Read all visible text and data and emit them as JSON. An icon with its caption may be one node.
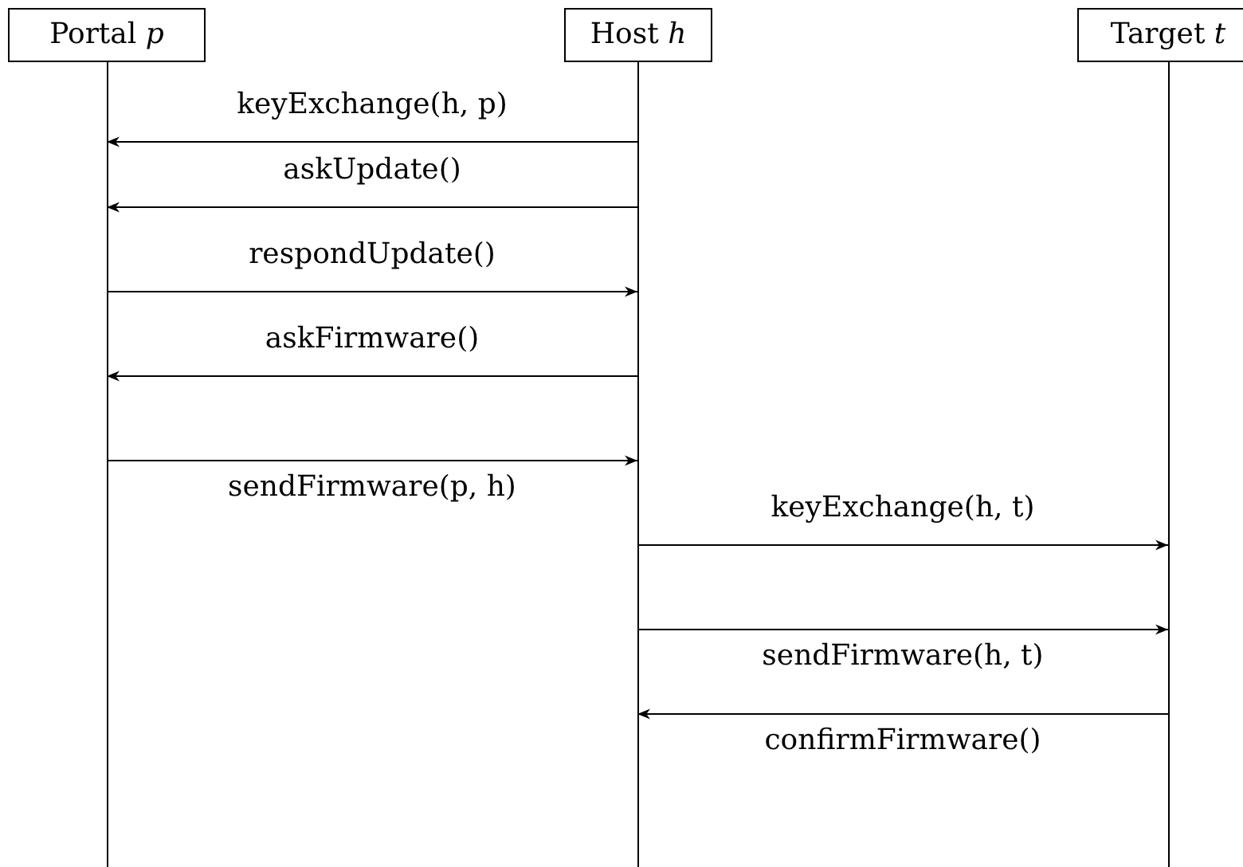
{
  "diagram": {
    "nodes": [
      {
        "text": [
          "Portal *p*"
        ]
      },
      {
        "text": [
          "Host *h*"
        ]
      },
      {
        "text": [
          "Target *t*"
        ]
      }
    ],
    "edges": [
      {
        "from": 1,
        "to": 0,
        "arrow": "to",
        "label": "keyExchange(h, p)"
      },
      {
        "from": 1,
        "to": 0,
        "arrow": "to",
        "label": "askUpdate()"
      },
      {
        "from": 0,
        "to": 1,
        "arrow": "to",
        "label": "respondUpdate()"
      },
      {
        "from": 1,
        "to": 0,
        "arrow": "to",
        "label": "askFirmware()"
      },
      {
        "from": 0,
        "to": 1,
        "arrow": "to",
        "label": "sendFirmware(p, h)"
      },
      {
        "from": 1,
        "to": 2,
        "arrow": "to",
        "label": "keyExchange(h, t)"
      },
      {
        "from": 1,
        "to": 2,
        "arrow": "to",
        "label": "sendFirmware(h, t)"
      },
      {
        "from": 2,
        "to": 1,
        "arrow": "to",
        "label": "confirmFirmware()"
      }
    ]
  }
}
